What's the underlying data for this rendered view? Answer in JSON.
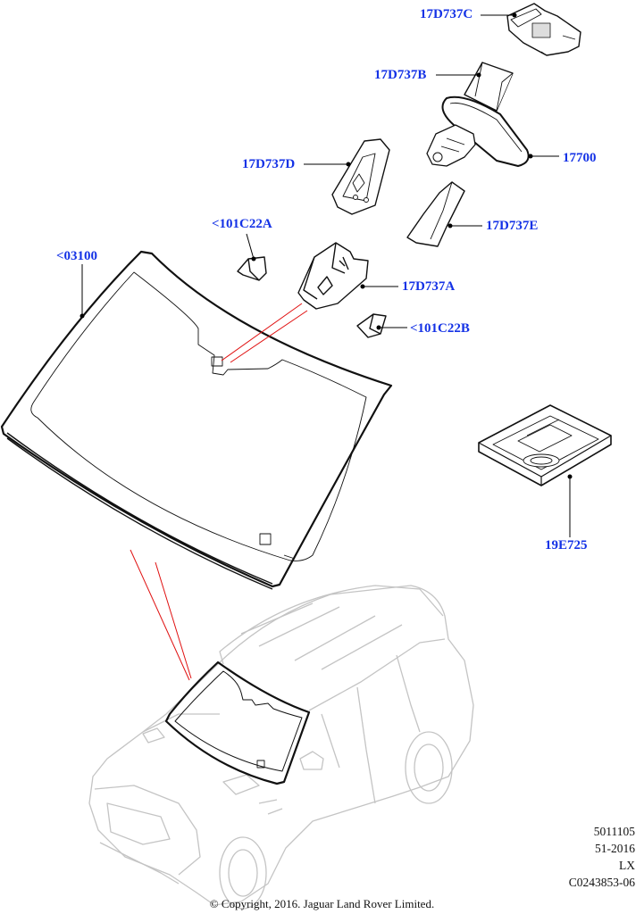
{
  "callouts": {
    "c17D737C": "17D737C",
    "c17D737B": "17D737B",
    "c17D737D": "17D737D",
    "c17700": "17700",
    "c17D737E": "17D737E",
    "c101C22A": "<101C22A",
    "c03100": "<03100",
    "c17D737A": "17D737A",
    "c101C22B": "<101C22B",
    "c19E725": "19E725"
  },
  "info": {
    "line1": "5011105",
    "line2": "51-2016",
    "line3": "LX",
    "line4": "C0243853-06"
  },
  "copyright": "© Copyright, 2016. Jaguar Land Rover Limited.",
  "colors": {
    "callout": "#1432e6",
    "leader": "#000000",
    "zoom_line": "#e01010",
    "line_art": "#111111",
    "car_art": "#c4c4c4"
  }
}
